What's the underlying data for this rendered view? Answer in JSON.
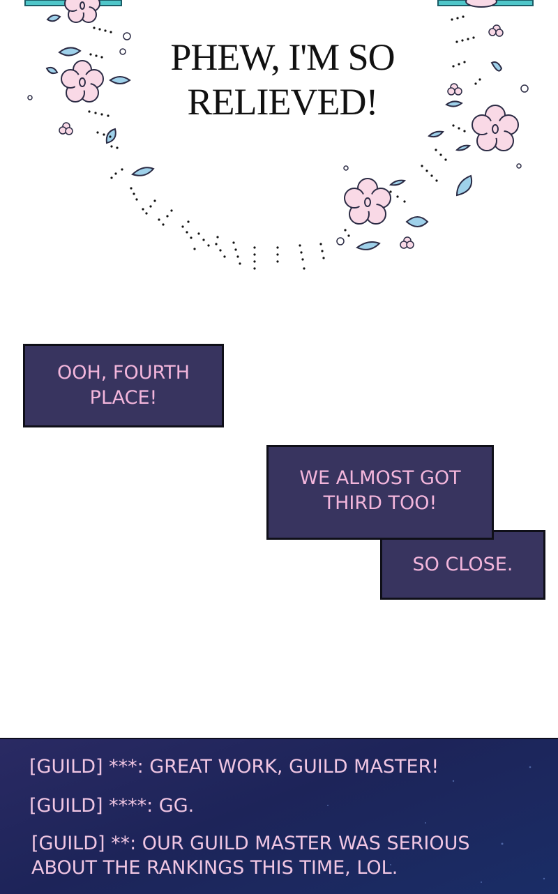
{
  "speech": {
    "text": "PHEW, I'M SO RELIEVED!"
  },
  "narration": {
    "box1": "OOH, FOURTH PLACE!",
    "box2": "WE ALMOST GOT THIRD TOO!",
    "box3": "SO CLOSE."
  },
  "chat": {
    "lines": [
      "[GUILD] ***: GREAT WORK, GUILD MASTER!",
      "[GUILD] ****: GG.",
      "[GUILD] **: OUR GUILD MASTER WAS SERIOUS ABOUT THE RANKINGS THIS TIME, LOL."
    ]
  },
  "colors": {
    "narration_box": "#38345f",
    "narration_text": "#f3b6dc",
    "chat_bg": "#1d2459",
    "chat_text": "#f0c6e3",
    "flower_pink": "#f9d9e6",
    "petal_blue": "#9fd1ea",
    "frame_teal": "#4fc6c9"
  }
}
